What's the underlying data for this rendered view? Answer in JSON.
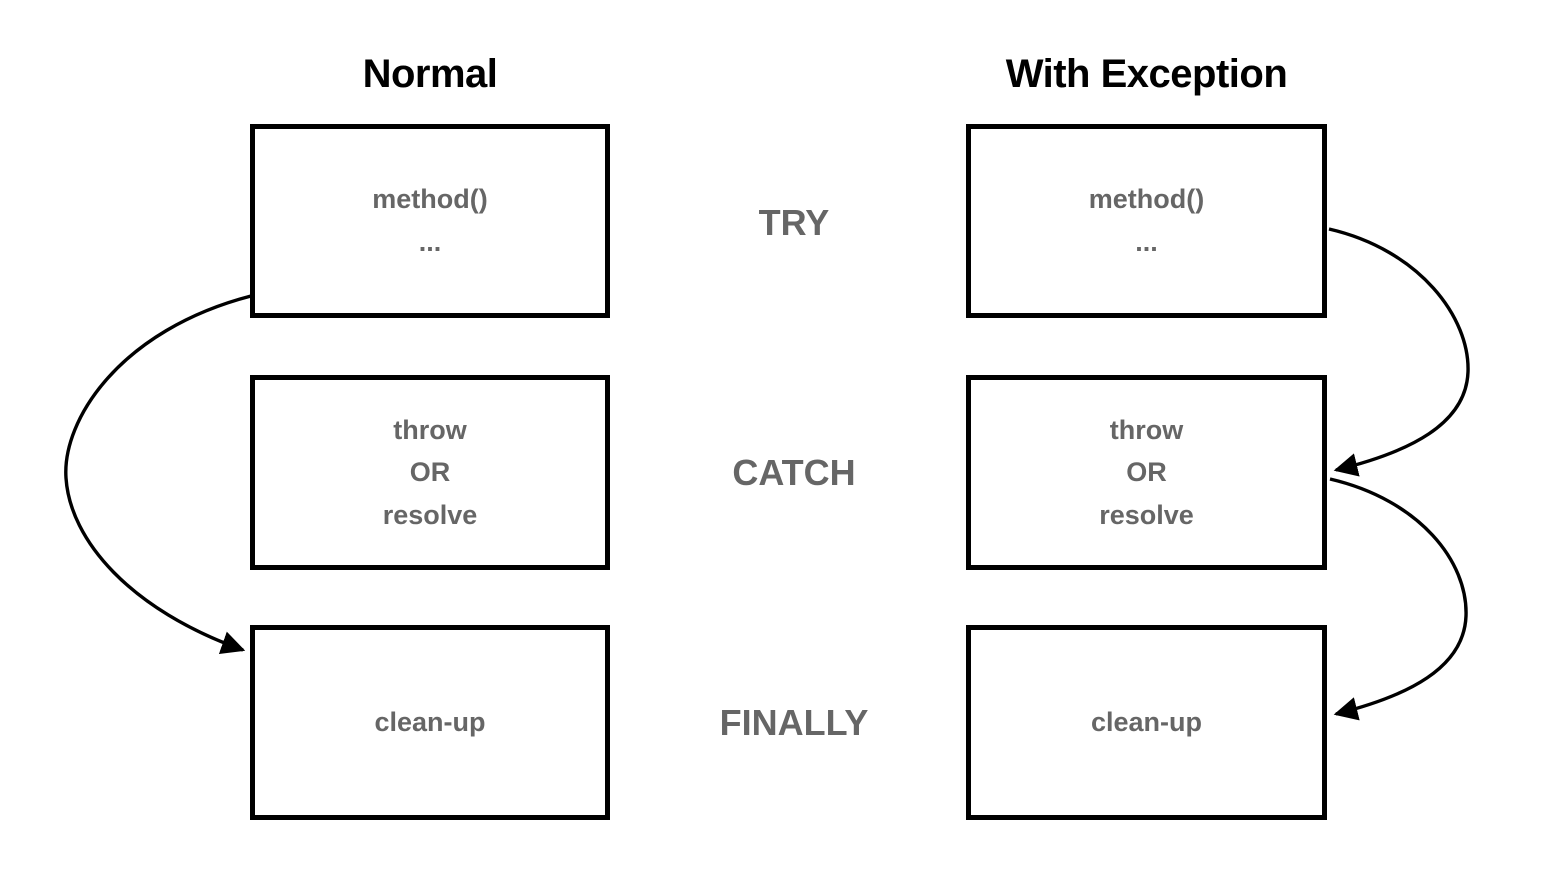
{
  "diagram": {
    "title_normal": "Normal",
    "title_exception": "With Exception",
    "columns": [
      {
        "key": "normal",
        "heading": "Normal",
        "boxes": [
          {
            "stage": "TRY",
            "lines": [
              "method()",
              "..."
            ]
          },
          {
            "stage": "CATCH",
            "lines": [
              "throw",
              "OR",
              "resolve"
            ]
          },
          {
            "stage": "FINALLY",
            "lines": [
              "clean-up"
            ]
          }
        ]
      },
      {
        "key": "exception",
        "heading": "With Exception",
        "boxes": [
          {
            "stage": "TRY",
            "lines": [
              "method()",
              "..."
            ]
          },
          {
            "stage": "CATCH",
            "lines": [
              "throw",
              "OR",
              "resolve"
            ]
          },
          {
            "stage": "FINALLY",
            "lines": [
              "clean-up"
            ]
          }
        ]
      }
    ],
    "stages": [
      {
        "label": "TRY"
      },
      {
        "label": "CATCH"
      },
      {
        "label": "FINALLY"
      }
    ],
    "box_text": {
      "normal_try_line1": "method()",
      "normal_try_line2": "...",
      "normal_catch_line1": "throw",
      "normal_catch_line2": "OR",
      "normal_catch_line3": "resolve",
      "normal_finally_line1": "clean-up",
      "exception_try_line1": "method()",
      "exception_try_line2": "...",
      "exception_catch_line1": "throw",
      "exception_catch_line2": "OR",
      "exception_catch_line3": "resolve",
      "exception_finally_line1": "clean-up"
    },
    "stage_labels": {
      "try": "TRY",
      "catch": "CATCH",
      "finally": "FINALLY"
    },
    "arrows": [
      {
        "name": "normal-try-to-finally",
        "from": "normal TRY box bottom-left",
        "to": "normal FINALLY box top-left",
        "side": "left"
      },
      {
        "name": "exception-try-to-catch",
        "from": "exception TRY box right edge",
        "to": "exception CATCH box right edge",
        "side": "right"
      },
      {
        "name": "exception-catch-to-finally",
        "from": "exception CATCH box right edge",
        "to": "exception FINALLY box right edge",
        "side": "right"
      }
    ],
    "colors": {
      "background": "#ffffff",
      "box_border": "#000000",
      "heading_text": "#000000",
      "body_text": "#666666",
      "stage_text": "#666666",
      "arrow": "#000000"
    }
  }
}
